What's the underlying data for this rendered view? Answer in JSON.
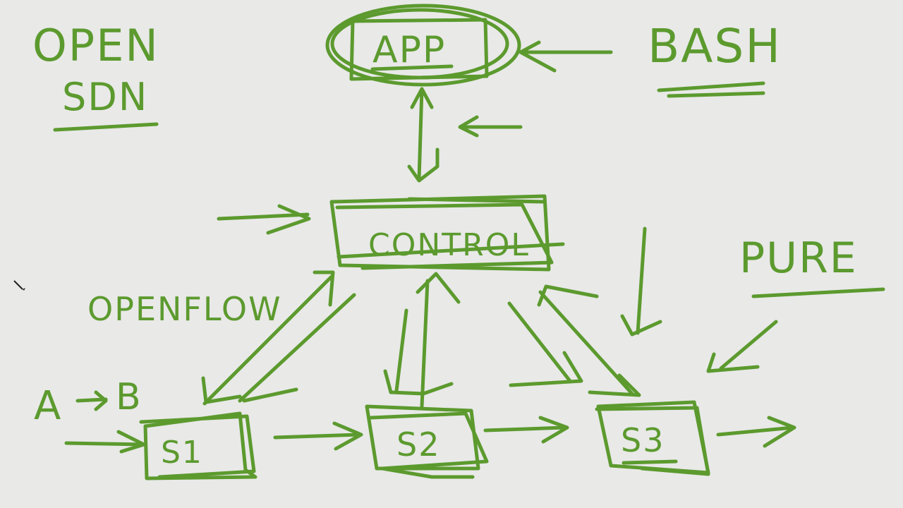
{
  "colors": {
    "background": "#e9e9e8",
    "ink": "#5c9a2e"
  },
  "cursor_icon": "pen-cursor-icon",
  "labels": {
    "open_sdn_line1": "OPEN",
    "open_sdn_line2": "SDN",
    "app": "APP",
    "bash": "BASH",
    "control": "CONTROL",
    "pure": "PURE",
    "openflow": "OPENFLOW",
    "a_to_b_a": "A",
    "a_to_b_b": "B",
    "s1": "S1",
    "s2": "S2",
    "s3": "S3"
  }
}
